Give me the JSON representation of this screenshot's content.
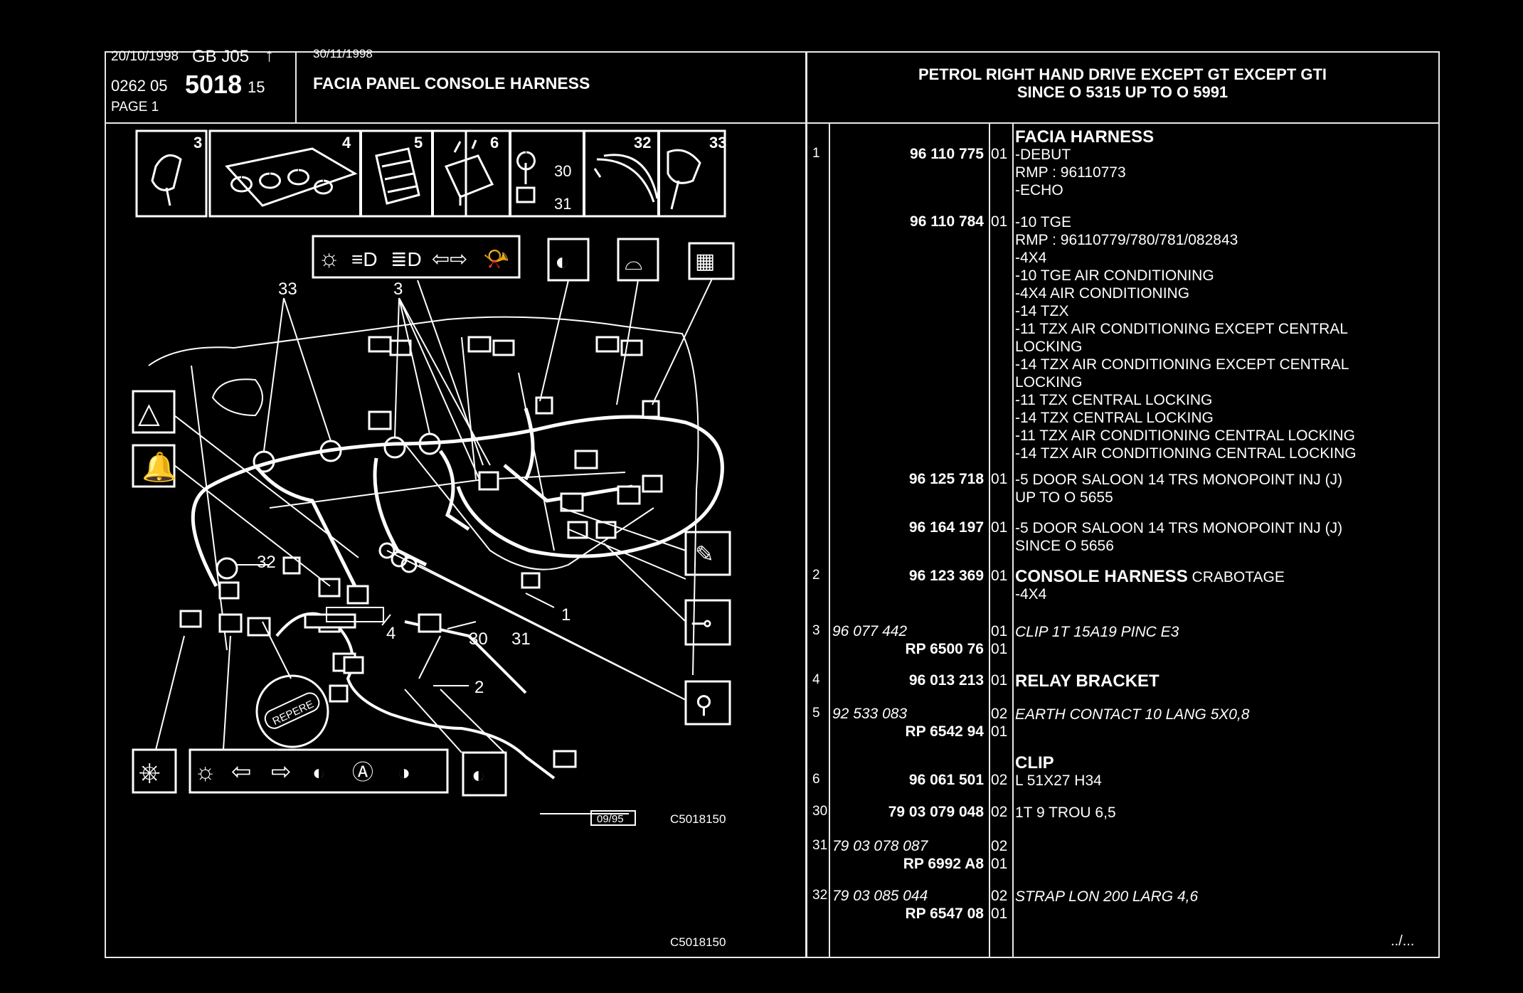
{
  "header": {
    "date1": "20/10/1998",
    "lang_code": "GB J05",
    "ref_prefix": "0262 05",
    "ref_main": "5018",
    "ref_suffix": "15",
    "page": "PAGE 1",
    "date2": "30/11/1998",
    "title": "FACIA PANEL CONSOLE HARNESS",
    "applicability_line1": "PETROL RIGHT HAND DRIVE EXCEPT GT EXCEPT GTI",
    "applicability_line2": "SINCE O 5315 UP TO O 5991"
  },
  "diagram": {
    "thumb_labels": [
      "3",
      "4",
      "5",
      "6",
      "32",
      "33"
    ],
    "thumb_30": "30",
    "thumb_31": "31",
    "callouts": [
      "33",
      "3",
      "32",
      "4",
      "30",
      "31",
      "1",
      "2"
    ],
    "repere_label": "REPERE",
    "date_box": "09/95",
    "code1": "C5018150",
    "code2": "C5018150"
  },
  "parts": [
    {
      "item": "1",
      "pn": [
        "96 110 775"
      ],
      "qty": [
        "01"
      ],
      "desc": [
        {
          "t": "FACIA HARNESS",
          "h": true
        },
        {
          "t": "-DEBUT"
        },
        {
          "t": "RMP : 96110773"
        },
        {
          "t": "-ECHO"
        }
      ]
    },
    {
      "item": "",
      "pn": [
        "96 110 784"
      ],
      "qty": [
        "01"
      ],
      "desc": [
        {
          "t": "-10 TGE"
        },
        {
          "t": "RMP : 96110779/780/781/082843"
        },
        {
          "t": "-4X4"
        },
        {
          "t": "-10 TGE AIR CONDITIONING"
        },
        {
          "t": "-4X4 AIR CONDITIONING"
        },
        {
          "t": "-14 TZX"
        },
        {
          "t": "-11 TZX AIR CONDITIONING EXCEPT CENTRAL"
        },
        {
          "t": " LOCKING"
        },
        {
          "t": "-14 TZX AIR CONDITIONING EXCEPT CENTRAL"
        },
        {
          "t": " LOCKING"
        },
        {
          "t": "-11 TZX CENTRAL LOCKING"
        },
        {
          "t": "-14 TZX CENTRAL LOCKING"
        },
        {
          "t": "-11 TZX AIR CONDITIONING CENTRAL LOCKING"
        },
        {
          "t": "-14 TZX AIR CONDITIONING CENTRAL LOCKING"
        }
      ]
    },
    {
      "item": "",
      "pn": [
        "96 125 718"
      ],
      "qty": [
        "01"
      ],
      "desc": [
        {
          "t": "-5 DOOR SALOON 14 TRS MONOPOINT INJ (J)"
        },
        {
          "t": " UP TO O 5655"
        }
      ]
    },
    {
      "item": "",
      "pn": [
        "96 164 197"
      ],
      "qty": [
        "01"
      ],
      "desc": [
        {
          "t": "-5 DOOR SALOON 14 TRS MONOPOINT INJ (J)"
        },
        {
          "t": " SINCE O 5656"
        }
      ]
    },
    {
      "item": "2",
      "pn": [
        "96 123 369"
      ],
      "qty": [
        "01"
      ],
      "desc": [
        {
          "t": "CONSOLE HARNESS",
          "h": true,
          "suffix": " CRABOTAGE"
        },
        {
          "t": "-4X4"
        }
      ]
    },
    {
      "item": "3",
      "pn": [
        "96 077 442",
        "RP 6500 76"
      ],
      "qty": [
        "01",
        "01"
      ],
      "desc": [
        {
          "t": "CLIP 1T 15A19 PINC E3",
          "i": true
        }
      ]
    },
    {
      "item": "4",
      "pn": [
        "96 013 213"
      ],
      "qty": [
        "01"
      ],
      "desc": [
        {
          "t": "RELAY BRACKET",
          "h": true
        }
      ]
    },
    {
      "item": "5",
      "pn": [
        "92 533 083",
        "RP 6542 94"
      ],
      "qty": [
        "02",
        "01"
      ],
      "desc": [
        {
          "t": "EARTH CONTACT 10 LANG 5X0,8",
          "i": true
        }
      ]
    },
    {
      "item": "",
      "pn": [],
      "qty": [],
      "desc": [
        {
          "t": "CLIP",
          "h": true
        }
      ]
    },
    {
      "item": "6",
      "pn": [
        "96 061 501"
      ],
      "qty": [
        "02"
      ],
      "desc": [
        {
          "t": "L 51X27 H34"
        }
      ]
    },
    {
      "item": "30",
      "pn": [
        "79 03 079 048"
      ],
      "qty": [
        "02"
      ],
      "desc": [
        {
          "t": "1T 9 TROU 6,5"
        }
      ]
    },
    {
      "item": "31",
      "pn": [
        "79 03 078 087",
        "RP 6992 A8"
      ],
      "qty": [
        "02",
        "01"
      ],
      "desc": []
    },
    {
      "item": "32",
      "pn": [
        "79 03 085 044",
        "RP 6547 08"
      ],
      "qty": [
        "02",
        "01"
      ],
      "desc": [
        {
          "t": "STRAP LON 200 LARG 4,6",
          "i": true
        }
      ]
    }
  ],
  "continued": "../..."
}
